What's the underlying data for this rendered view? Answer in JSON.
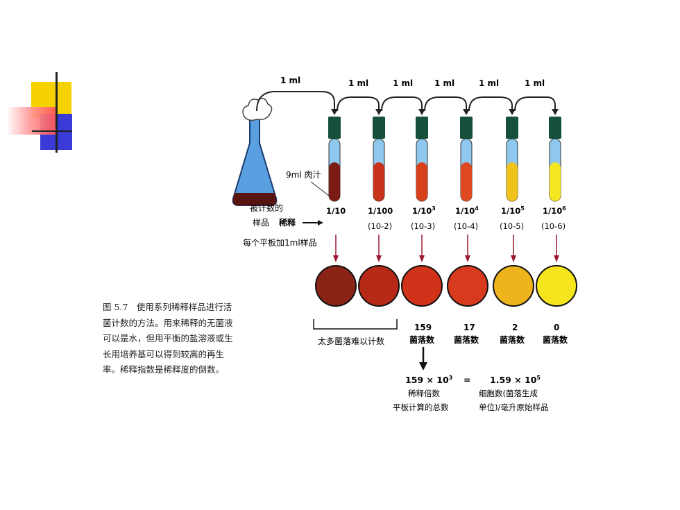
{
  "diagram": {
    "transfer_labels": [
      "1 ml",
      "1 ml",
      "1 ml",
      "1 ml",
      "1 ml",
      "1 ml"
    ],
    "broth_label": "9ml 肉汁",
    "flask_label": [
      "被计数的",
      "样品"
    ],
    "dilution_label": "稀释",
    "plate_label": "每个平板加1ml样品",
    "tubes": [
      {
        "dilution": "1/10",
        "exponent": "",
        "power": "",
        "color": "#7a1c14"
      },
      {
        "dilution": "1/100",
        "exponent": "",
        "power": "(10-2)",
        "color": "#c8321a"
      },
      {
        "dilution": "1/10",
        "exponent": "3",
        "power": "(10-3)",
        "color": "#d8401c"
      },
      {
        "dilution": "1/10",
        "exponent": "4",
        "power": "(10-4)",
        "color": "#e04a22"
      },
      {
        "dilution": "1/10",
        "exponent": "5",
        "power": "(10-5)",
        "color": "#f0c21c"
      },
      {
        "dilution": "1/10",
        "exponent": "6",
        "power": "(10-6)",
        "color": "#f4e620"
      }
    ],
    "plates": [
      {
        "count": "",
        "label": "",
        "color": "#8a2416"
      },
      {
        "count": "",
        "label": "",
        "color": "#b82a18"
      },
      {
        "count": "159",
        "label": "菌落数",
        "color": "#d0321a"
      },
      {
        "count": "17",
        "label": "菌落数",
        "color": "#d83a1e"
      },
      {
        "count": "2",
        "label": "菌落数",
        "color": "#eeb41c"
      },
      {
        "count": "0",
        "label": "菌落数",
        "color": "#f6e41c"
      }
    ],
    "too_many_label": "太多菌落难以计数",
    "calc": {
      "left_formula": "159 × 10",
      "left_exp": "3",
      "equals": "=",
      "right_formula": "1.59 × 10",
      "right_exp": "5",
      "left_sub1": "稀释倍数",
      "left_sub2": "平板计算的总数",
      "right_sub1": "细胞数(菌落生成",
      "right_sub2": "单位)/毫升原始样品"
    }
  },
  "caption": [
    "图 5.7　使用系列稀释样品进行活",
    "菌计数的方法。用来稀释的无菌液",
    "可以是水，但用平衡的盐溶液或生",
    "长用培养基可以得到较高的再生",
    "率。稀释指数是稀释度的倒数。"
  ],
  "colors": {
    "broth": "#8ec8ee",
    "cap": "#14503a",
    "flask": "#5aa0e0",
    "arrow": "#9a1830"
  }
}
